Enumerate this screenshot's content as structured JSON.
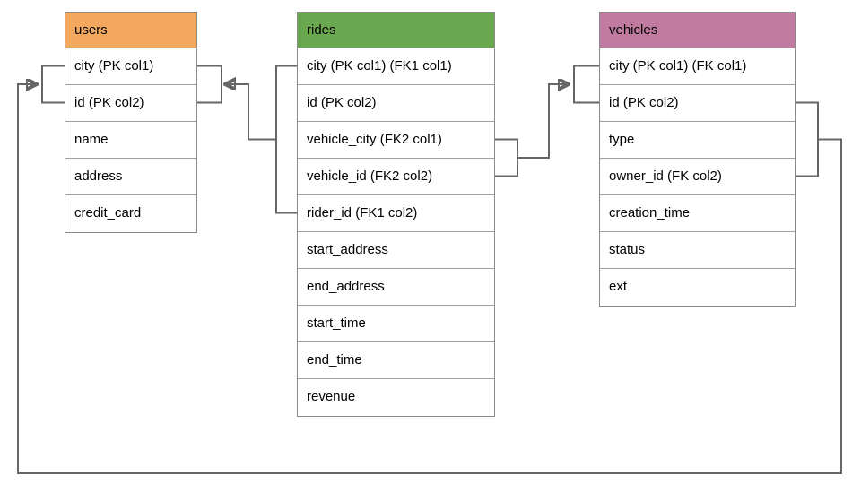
{
  "diagram": {
    "type": "database-schema",
    "background": "#ffffff"
  },
  "colors": {
    "users_header": "#f3a85f",
    "rides_header": "#6aa84f",
    "vehicles_header": "#c27ba0",
    "connector": "#666666",
    "table_border": "#8a8a8a",
    "row_divider": "#9e9e9e",
    "text": "#000000"
  },
  "tables": [
    {
      "id": "users",
      "title": "users",
      "header_color": "#f3a85f",
      "columns": [
        "city (PK col1)",
        "id (PK col2)",
        "name",
        "address",
        "credit_card"
      ]
    },
    {
      "id": "rides",
      "title": "rides",
      "header_color": "#6aa84f",
      "columns": [
        "city (PK col1) (FK1 col1)",
        "id (PK col2)",
        "vehicle_city (FK2 col1)",
        "vehicle_id (FK2 col2)",
        "rider_id (FK1 col2)",
        "start_address",
        "end_address",
        "start_time",
        "end_time",
        "revenue"
      ]
    },
    {
      "id": "vehicles",
      "title": "vehicles",
      "header_color": "#c27ba0",
      "columns": [
        "city (PK col1) (FK col1)",
        "id (PK col2)",
        "type",
        "owner_id (FK col2)",
        "creation_time",
        "status",
        "ext"
      ]
    }
  ],
  "relationships": [
    {
      "name": "rides-fk1-users",
      "label": "FK1",
      "from_table": "rides",
      "to_table": "users"
    },
    {
      "name": "rides-fk2-vehicles",
      "label": "FK2",
      "from_table": "rides",
      "to_table": "vehicles"
    },
    {
      "name": "vehicles-fk-users",
      "label": "FK",
      "from_table": "vehicles",
      "to_table": "users"
    }
  ]
}
